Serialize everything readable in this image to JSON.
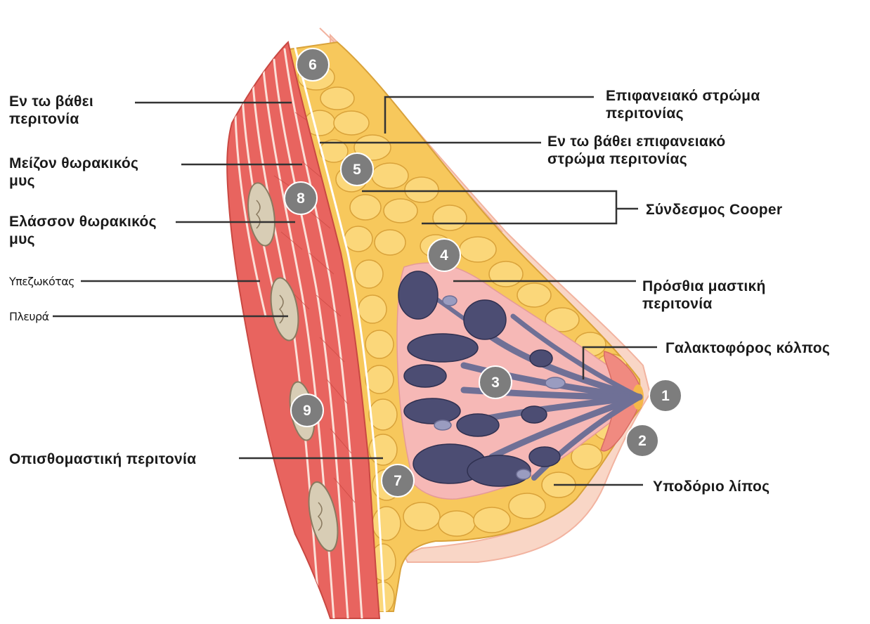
{
  "colors": {
    "background": "#ffffff",
    "muscle": "#e85c5c",
    "fat": "#f5c85a",
    "gland_tissue": "#f6b4b4",
    "lobules": "#4c4d73",
    "marker": "#7d7d7d",
    "leader_line": "#333333"
  },
  "labels": {
    "deep_fascia": [
      "Εν τω βάθει",
      "περιτονία"
    ],
    "pectoralis_major": [
      "Μείζον θωρακικός",
      "μυς"
    ],
    "pectoralis_minor": [
      "Ελάσσον θωρακικός",
      "μυς"
    ],
    "pleura": "Υπεζωκότας",
    "rib": "Πλευρά",
    "retromammary_fascia": "Οπισθομαστική περιτονία",
    "superficial_fascia": [
      "Επιφανειακό στρώμα",
      "περιτονίας"
    ],
    "deep_superficial_fascia": [
      "Εν τω βάθει επιφανειακό",
      "στρώμα περιτονίας"
    ],
    "cooper_ligament": "Σύνδεσμος Cooper",
    "anterior_mammary_fascia": [
      "Πρόσθια μαστική",
      "περιτονία"
    ],
    "lactiferous_sinus": "Γαλακτοφόρος κόλπος",
    "subcutaneous_fat": "Υποδόριο λίπος"
  },
  "markers": [
    "1",
    "2",
    "3",
    "4",
    "5",
    "6",
    "7",
    "8",
    "9"
  ]
}
